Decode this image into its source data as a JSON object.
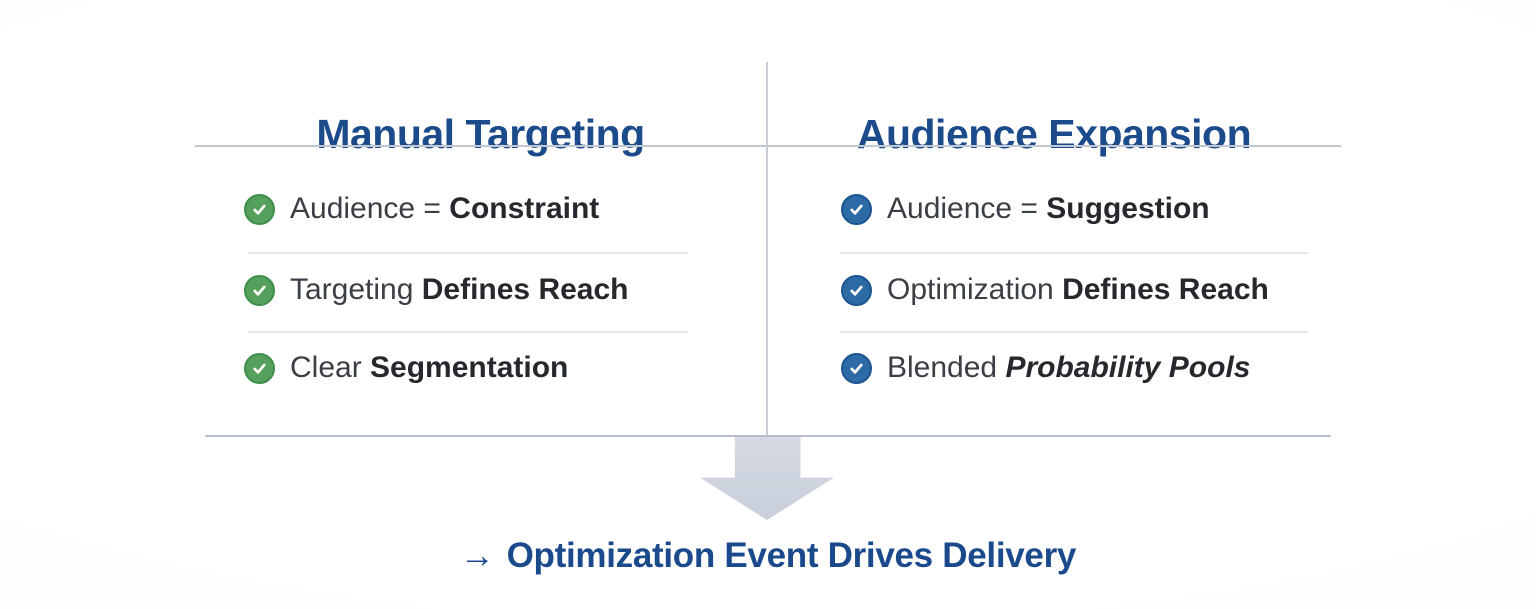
{
  "colors": {
    "heading_blue": "#1c4b8c",
    "body_text": "#3a3e45",
    "emphasis_text": "#25282d",
    "green_check": "#55a05c",
    "blue_check": "#2d6ba6",
    "rule_gray": "#c2c8d2",
    "separator_gray": "#e4e6ea",
    "arrow_gray": "#ced4df"
  },
  "icons": {
    "left_item_check": "green-check-icon",
    "right_item_check": "blue-check-icon",
    "flow": "down-arrow-icon",
    "conclusion_prefix": "right-arrow-icon"
  },
  "columns": [
    {
      "title": "Manual Targeting",
      "items": [
        {
          "prefix": "Audience = ",
          "emphasis": "Constraint"
        },
        {
          "prefix": "Targeting ",
          "emphasis": "Defines Reach"
        },
        {
          "prefix": "Clear ",
          "emphasis": "Segmentation"
        }
      ]
    },
    {
      "title": "Audience Expansion",
      "items": [
        {
          "prefix": "Audience = ",
          "emphasis": "Suggestion"
        },
        {
          "prefix": "Optimization ",
          "emphasis": "Defines Reach"
        },
        {
          "prefix": "Blended ",
          "emphasis": "Probability Pools"
        }
      ]
    }
  ],
  "conclusion": {
    "arrow": "→",
    "text": "Optimization Event Drives Delivery"
  }
}
